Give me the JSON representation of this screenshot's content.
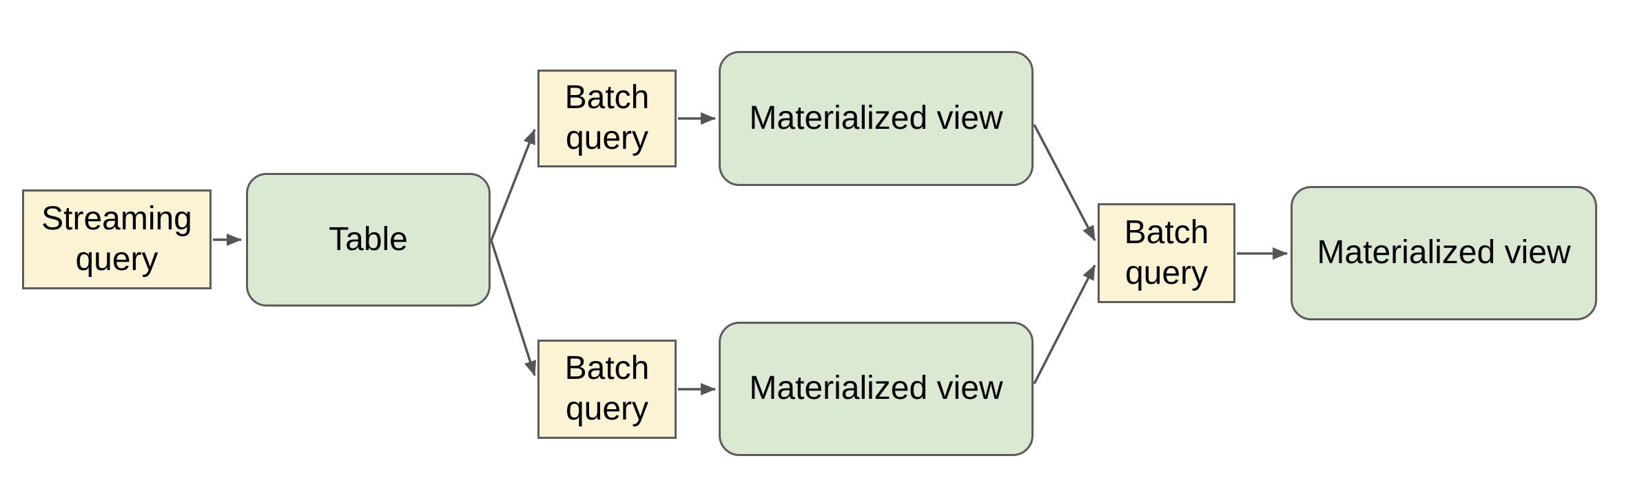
{
  "nodes": {
    "streaming_query": {
      "label": "Streaming query",
      "shape": "rectangle",
      "role": "query"
    },
    "table": {
      "label": "Table",
      "shape": "rounded-rectangle",
      "role": "storage"
    },
    "batch_query_top": {
      "label": "Batch query",
      "shape": "rectangle",
      "role": "query"
    },
    "materialized_view_top": {
      "label": "Materialized view",
      "shape": "rounded-rectangle",
      "role": "storage"
    },
    "batch_query_bottom": {
      "label": "Batch query",
      "shape": "rectangle",
      "role": "query"
    },
    "materialized_view_bottom": {
      "label": "Materialized view",
      "shape": "rounded-rectangle",
      "role": "storage"
    },
    "batch_query_merge": {
      "label": "Batch query",
      "shape": "rectangle",
      "role": "query"
    },
    "materialized_view_final": {
      "label": "Materialized view",
      "shape": "rounded-rectangle",
      "role": "storage"
    }
  },
  "edges": [
    {
      "from": "streaming_query",
      "to": "table"
    },
    {
      "from": "table",
      "to": "batch_query_top"
    },
    {
      "from": "table",
      "to": "batch_query_bottom"
    },
    {
      "from": "batch_query_top",
      "to": "materialized_view_top"
    },
    {
      "from": "batch_query_bottom",
      "to": "materialized_view_bottom"
    },
    {
      "from": "materialized_view_top",
      "to": "batch_query_merge"
    },
    {
      "from": "materialized_view_bottom",
      "to": "batch_query_merge"
    },
    {
      "from": "batch_query_merge",
      "to": "materialized_view_final"
    }
  ],
  "colors": {
    "background": "#ffffff",
    "query_node_fill": "#fcf2d4",
    "view_node_fill": "#dbe9d3",
    "node_border": "#5c5c5c",
    "arrow": "#555555",
    "text": "#000000"
  }
}
